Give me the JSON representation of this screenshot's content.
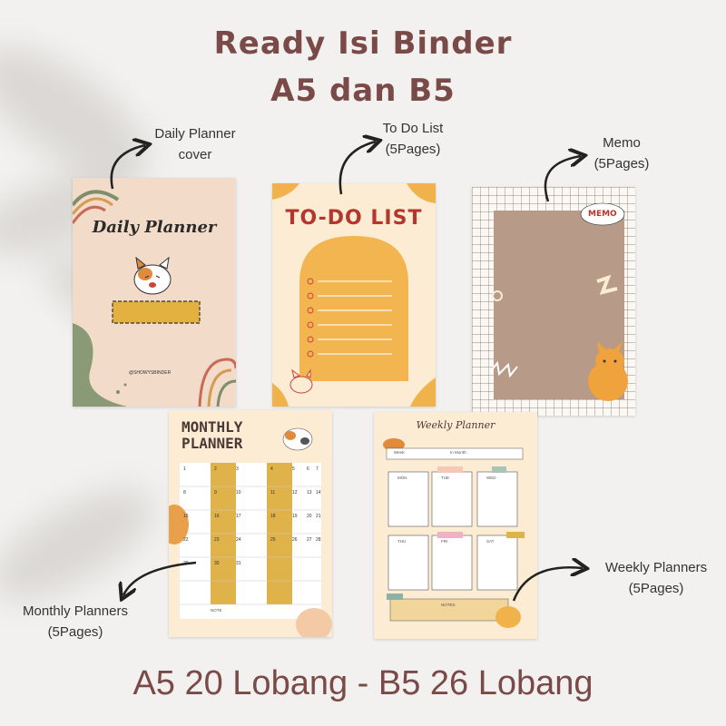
{
  "heading": {
    "line1": "Ready  Isi Binder",
    "line2": "A5 dan B5"
  },
  "labels": {
    "daily_cover": [
      "Daily Planner",
      "cover"
    ],
    "todo": [
      "To Do List",
      "(5Pages)"
    ],
    "memo": [
      "Memo",
      "(5Pages)"
    ],
    "monthly": [
      "Monthly Planners",
      "(5Pages)"
    ],
    "weekly": [
      "Weekly Planners",
      "(5Pages)"
    ]
  },
  "footer": "A5 20 Lobang - B5 26 Lobang",
  "cards": {
    "daily": {
      "title": "Daily Planner",
      "handle": "@SHOWYSBINDER"
    },
    "todo": {
      "title": "TO-DO LIST"
    },
    "memo": {
      "title": "MEMO"
    },
    "monthly": {
      "title_line1": "MONTHLY",
      "title_line2": "PLANNER",
      "numbers": [
        "1",
        "2",
        "3",
        "4",
        "5",
        "6",
        "7",
        "8",
        "9",
        "10",
        "11",
        "12",
        "13",
        "14",
        "15",
        "16",
        "17",
        "18",
        "19",
        "20",
        "21",
        "22",
        "23",
        "24",
        "25",
        "26",
        "27",
        "28",
        "29",
        "30",
        "31"
      ],
      "note": "NOTE"
    },
    "weekly": {
      "title": "Weekly Planner",
      "week_label": "Week:",
      "month_label": "In Month:",
      "days": [
        "MON",
        "TUE",
        "WED",
        "THU",
        "FRI",
        "SAT"
      ],
      "notes": "NOTES"
    }
  },
  "colors": {
    "heading": "#7a4a48",
    "mustard": "#e0b24a",
    "memo_brown": "#b79a88",
    "todo_bg": "#fbecd3"
  }
}
